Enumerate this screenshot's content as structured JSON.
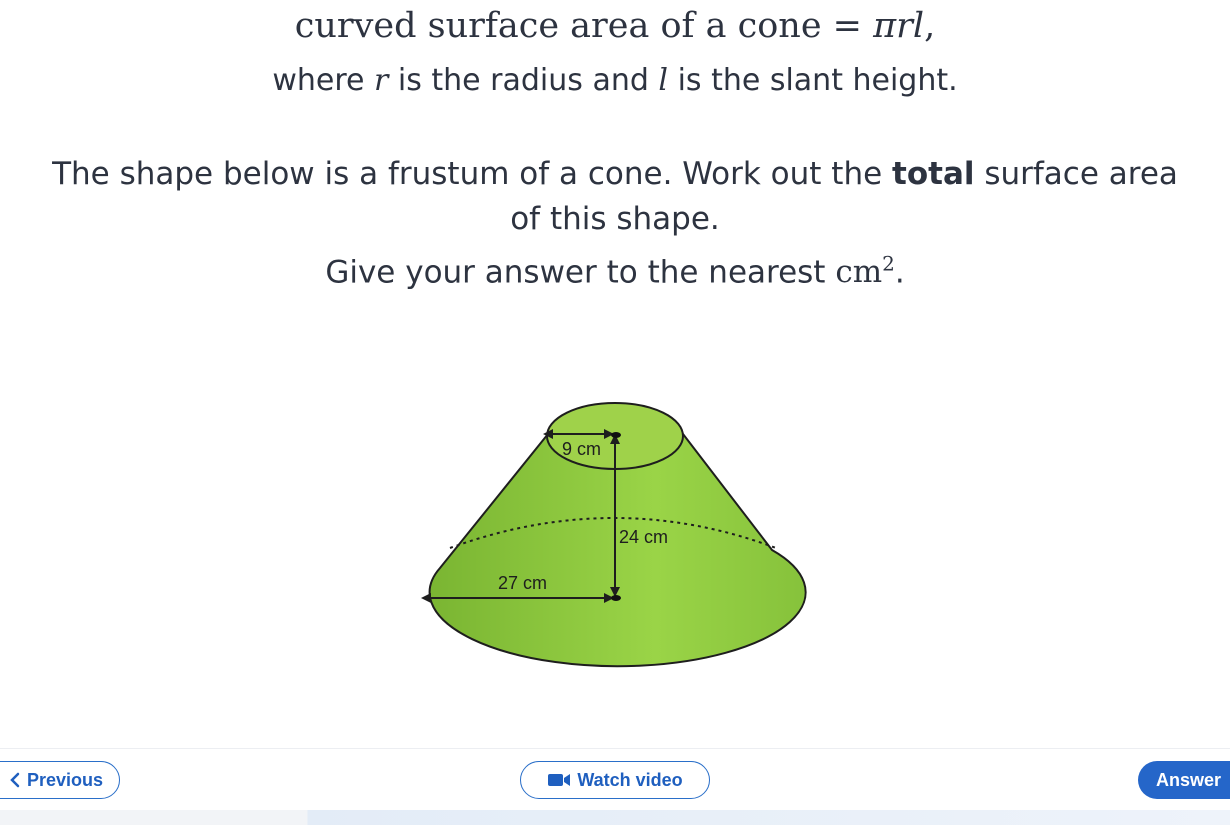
{
  "formula": {
    "prefix": "curved surface area of a cone = ",
    "expr": "πrl",
    "suffix": ","
  },
  "definition": {
    "part1": "where ",
    "var_r": "r",
    "part2": " is the radius and ",
    "var_l": "l",
    "part3": " is the slant height."
  },
  "question": {
    "line1_a": "The shape below is a frustum of a cone. Work out the ",
    "line1_bold": "total",
    "line1_b": " surface area of this shape.",
    "line3_a": "Give your answer to the nearest ",
    "unit": "cm",
    "unit_power": "2",
    "line3_b": "."
  },
  "diagram": {
    "top_radius_label": "9 cm",
    "height_label": "24 cm",
    "bottom_radius_label": "27 cm",
    "fill_color": "#8dc63f",
    "top_fill_color": "#9fd24a",
    "stroke_color": "#1e1e1e"
  },
  "nav": {
    "previous_label": "Previous",
    "video_label": "Watch video",
    "answer_label": "Answer",
    "accent_color": "#2566c9"
  }
}
